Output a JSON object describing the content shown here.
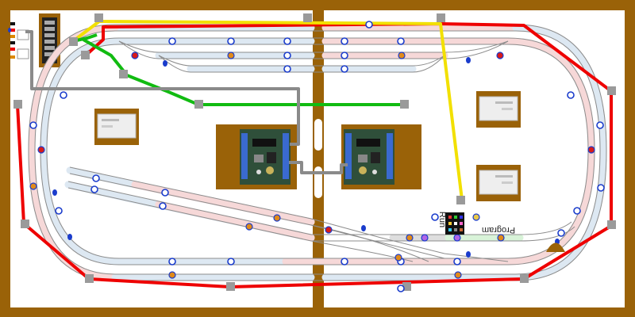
{
  "diagram": {
    "kind": "model railroad layout wiring diagram (mirrored)",
    "labels": {
      "run": "Run",
      "program": "Program"
    },
    "colors": {
      "board": "#9a6208",
      "board_edge": "#7a4a05",
      "track_rail": "#8c8c8c",
      "track_fill_blue": "#dde8f2",
      "track_fill_red": "#f6d8d8",
      "track_fill_green": "#d8f3d8",
      "track_fill_gray": "#dedede",
      "bus_red": "#ee0000",
      "wire_yellow": "#f2e000",
      "wire_green": "#11bb11",
      "wire_gray": "#8a8a8a",
      "connector": "#9a9a9a",
      "feeder_blue_ring": "#1a3ccc",
      "feeder_red_dot": "#d81a1a",
      "feeder_orange_dot": "#e08a1a",
      "feeder_purple_dot": "#b066e6",
      "circuit_board": "#2f4f3a"
    },
    "components": [
      "terminal-strip",
      "power-supply-left",
      "power-supply-right-top",
      "power-supply-right-bottom",
      "decoder-board-left",
      "decoder-board-right",
      "run-program-switch"
    ]
  }
}
